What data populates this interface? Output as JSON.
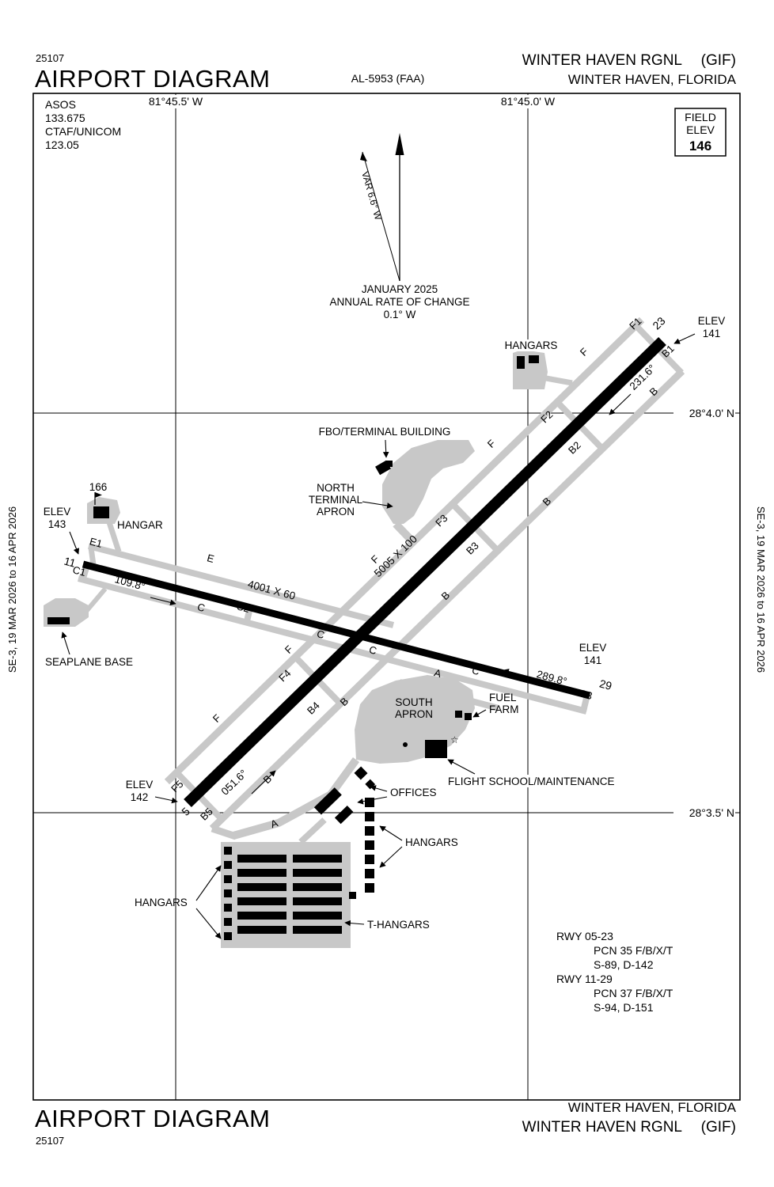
{
  "doc": {
    "chart_code_top": "25107",
    "chart_code_bottom": "25107",
    "title_top": "AIRPORT DIAGRAM",
    "title_bottom": "AIRPORT DIAGRAM",
    "al_number": "AL-5953 (FAA)",
    "airport_name": "WINTER HAVEN RGNL",
    "airport_icao": "(GIF)",
    "city": "WINTER HAVEN, FLORIDA",
    "edition_left": "SE-3, 19 MAR 2026 to 16 APR 2026",
    "edition_right": "SE-3, 19 MAR 2026 to 16 APR 2026"
  },
  "info": {
    "asos_label": "ASOS",
    "asos_freq": "133.675",
    "ctaf_label": "CTAF/UNICOM",
    "ctaf_freq": "123.05",
    "field_elev_l1": "FIELD",
    "field_elev_l2": "ELEV",
    "field_elev_value": "146",
    "var_text": "VAR 6.6° W",
    "mag_date": "JANUARY 2025",
    "mag_rate_l1": "ANNUAL RATE OF CHANGE",
    "mag_rate_l2": "0.1° W"
  },
  "coords": {
    "lon_left": "81°45.5' W",
    "lon_right": "81°45.0' W",
    "lat_upper": "28°4.0' N",
    "lat_lower": "28°3.5' N"
  },
  "rwy0523": {
    "dim": "5005 X 100",
    "hdg_ne": "231.6°",
    "hdg_sw": "051.6°",
    "num_sw": "5",
    "num_ne": "23",
    "elev_label_ne": "ELEV",
    "elev_ne": "141",
    "elev_label_sw": "ELEV",
    "elev_sw": "142"
  },
  "rwy1129": {
    "dim": "4001 X 60",
    "hdg_e": "109.8°",
    "hdg_w": "289.8°",
    "num_w": "11",
    "num_e": "29",
    "elev_label_w": "ELEV",
    "elev_w": "143",
    "elev_label_e": "ELEV",
    "elev_e": "141"
  },
  "labels": {
    "hangars_top": "HANGARS",
    "fbo": "FBO/TERMINAL BUILDING",
    "north_apron_l1": "NORTH",
    "north_apron_l2": "TERMINAL",
    "north_apron_l3": "APRON",
    "obstruction": "166",
    "hangar": "HANGAR",
    "seaplane": "SEAPLANE BASE",
    "south_apron_l1": "SOUTH",
    "south_apron_l2": "APRON",
    "fuel_l1": "FUEL",
    "fuel_l2": "FARM",
    "flight_school": "FLIGHT SCHOOL/MAINTENANCE",
    "offices": "OFFICES",
    "hangars_mid": "HANGARS",
    "hangars_left": "HANGARS",
    "t_hangars": "T-HANGARS"
  },
  "rwy_data": {
    "l1": "RWY 05-23",
    "l2": "PCN 35 F/B/X/T",
    "l3": "S-89, D-142",
    "l4": "RWY 11-29",
    "l5": "PCN 37 F/B/X/T",
    "l6": "S-94, D-151"
  },
  "icons": {
    "beacon_star": "☆"
  },
  "twy": [
    "F1",
    "B1",
    "F",
    "B",
    "F2",
    "B2",
    "F",
    "B",
    "F3",
    "B3",
    "F",
    "B",
    "F4",
    "B4",
    "B",
    "F",
    "B",
    "F5",
    "B5",
    "E1",
    "C1",
    "E",
    "C",
    "C2",
    "C",
    "C",
    "A",
    "C",
    "C3",
    "A",
    "F"
  ]
}
